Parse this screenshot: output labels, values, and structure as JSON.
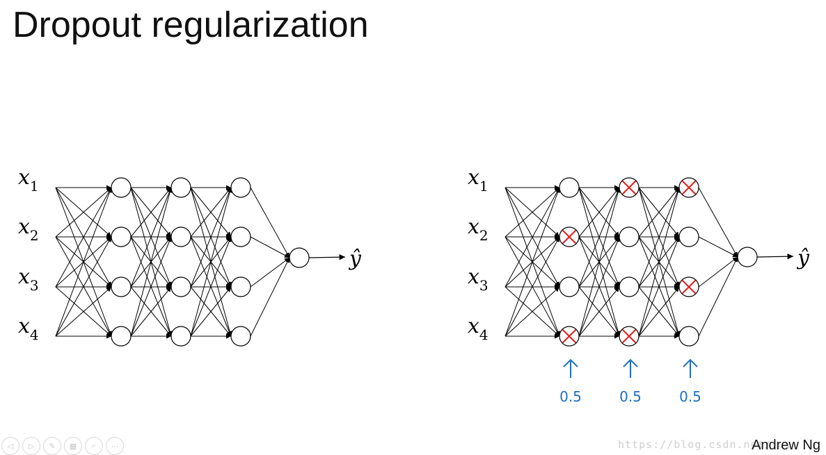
{
  "title": "Dropout regularization",
  "author": "Andrew Ng",
  "watermark": "https://blog.csdn.net/...",
  "inputs": [
    {
      "var": "x",
      "sub": "1"
    },
    {
      "var": "x",
      "sub": "2"
    },
    {
      "var": "x",
      "sub": "3"
    },
    {
      "var": "x",
      "sub": "4"
    }
  ],
  "output_label": "ŷ",
  "networks": [
    {
      "name": "full-network",
      "dropped": [
        [],
        [],
        []
      ]
    },
    {
      "name": "dropout-network",
      "dropped": [
        [
          1,
          3
        ],
        [
          0,
          3
        ],
        [
          0,
          2
        ]
      ]
    }
  ],
  "keep_prob_labels": [
    "0.5",
    "0.5",
    "0.5"
  ],
  "colors": {
    "line": "#000000",
    "dropout_x": "#e02020",
    "annotation": "#1f6fc0"
  },
  "toolbar": {
    "icons": [
      "prev-icon",
      "next-icon",
      "pen-icon",
      "slides-icon",
      "zoom-icon",
      "more-icon"
    ],
    "glyphs": [
      "◁",
      "▷",
      "✎",
      "▦",
      "⌕",
      "⋯"
    ]
  }
}
